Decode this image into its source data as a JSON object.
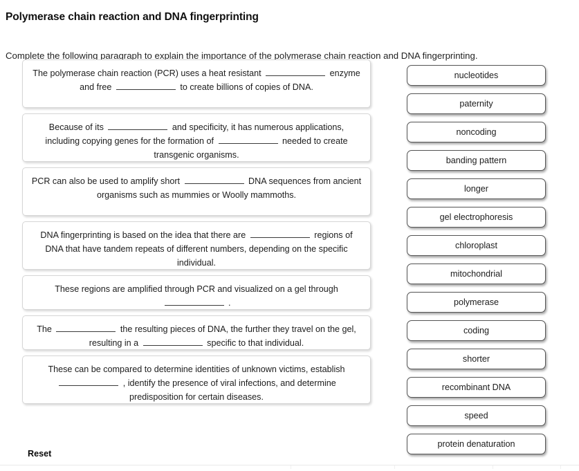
{
  "page": {
    "title": "Polymerase chain reaction and DNA fingerprinting",
    "instructions": "Complete the following paragraph to explain the importance of the polymerase chain reaction and DNA fingerprinting.",
    "reset_label": "Reset"
  },
  "paragraph": {
    "sentences": [
      {
        "id": "sentence-1",
        "lines": 3,
        "parts": [
          {
            "type": "text",
            "value": "The polymerase chain reaction (PCR) uses a heat resistant "
          },
          {
            "type": "blank",
            "value": ""
          },
          {
            "type": "text",
            "value": " enzyme and free "
          },
          {
            "type": "blank",
            "value": ""
          },
          {
            "type": "text",
            "value": " to create billions of copies of DNA."
          }
        ]
      },
      {
        "id": "sentence-2",
        "lines": 3,
        "parts": [
          {
            "type": "text",
            "value": "Because of its "
          },
          {
            "type": "blank",
            "value": ""
          },
          {
            "type": "text",
            "value": " and specificity, it has numerous applications, including copying genes for the formation of "
          },
          {
            "type": "blank",
            "value": ""
          },
          {
            "type": "text",
            "value": " needed to create transgenic organisms."
          }
        ]
      },
      {
        "id": "sentence-3",
        "lines": 3,
        "parts": [
          {
            "type": "text",
            "value": "PCR can also be used to amplify short "
          },
          {
            "type": "blank",
            "value": ""
          },
          {
            "type": "text",
            "value": " DNA sequences from ancient organisms such as mummies or Woolly mammoths."
          }
        ]
      },
      {
        "id": "sentence-4",
        "lines": 3,
        "parts": [
          {
            "type": "text",
            "value": "DNA fingerprinting is based on the idea that there are "
          },
          {
            "type": "blank",
            "value": ""
          },
          {
            "type": "text",
            "value": " regions of DNA that have tandem repeats of different numbers, depending on the specific individual."
          }
        ]
      },
      {
        "id": "sentence-5",
        "lines": 2,
        "parts": [
          {
            "type": "text",
            "value": "These regions are amplified through PCR and visualized on a gel through "
          },
          {
            "type": "blank",
            "value": ""
          },
          {
            "type": "text",
            "value": " ."
          }
        ]
      },
      {
        "id": "sentence-6",
        "lines": 2,
        "parts": [
          {
            "type": "text",
            "value": "The "
          },
          {
            "type": "blank",
            "value": ""
          },
          {
            "type": "text",
            "value": " the resulting pieces of DNA, the further they travel on the gel, resulting in a "
          },
          {
            "type": "blank",
            "value": ""
          },
          {
            "type": "text",
            "value": " specific to that individual."
          }
        ]
      },
      {
        "id": "sentence-7",
        "lines": 3,
        "parts": [
          {
            "type": "text",
            "value": "These can be compared to determine identities of unknown victims, establish "
          },
          {
            "type": "blank",
            "value": ""
          },
          {
            "type": "text",
            "value": " , identify the presence of viral infections, and determine predisposition for certain diseases."
          }
        ]
      }
    ]
  },
  "wordbank": {
    "options": [
      "nucleotides",
      "paternity",
      "noncoding",
      "banding pattern",
      "longer",
      "gel electrophoresis",
      "chloroplast",
      "mitochondrial",
      "polymerase",
      "coding",
      "shorter",
      "recombinant DNA",
      "speed",
      "protein denaturation"
    ]
  },
  "colors": {
    "box_border": "#d6d6d6",
    "button_border": "#545454",
    "text": "#1c1c1c",
    "background": "#ffffff"
  }
}
